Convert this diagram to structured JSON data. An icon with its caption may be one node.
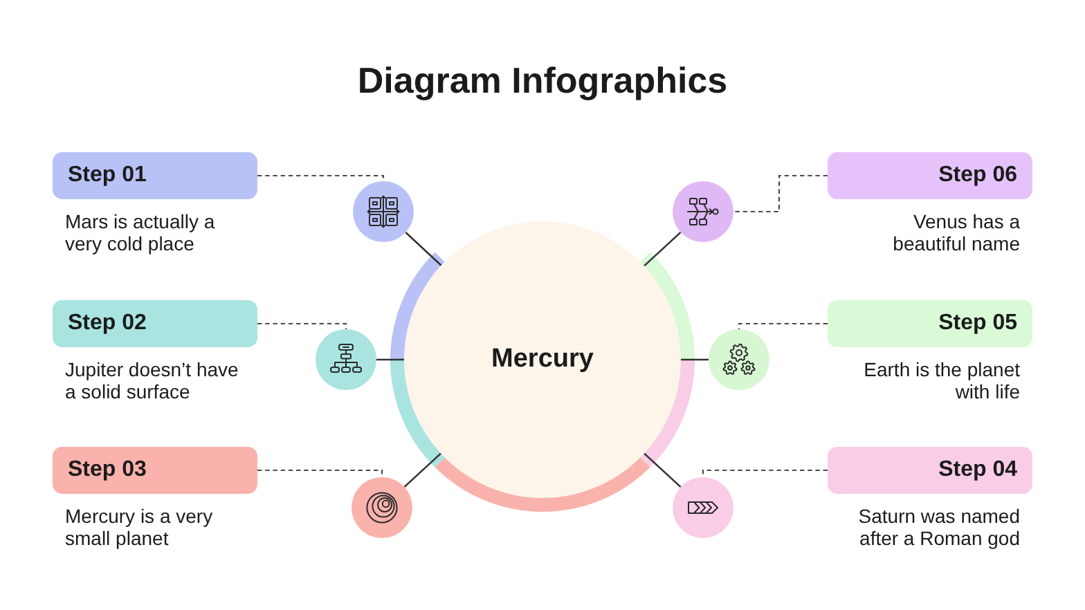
{
  "diagram": {
    "title": "Diagram Infographics",
    "nodes": [
      {
        "text": [
          "Step 01"
        ],
        "beside": [
          "Mars is actually a very cold place"
        ]
      },
      {
        "text": [],
        "shape": "circle"
      },
      {
        "text": [],
        "shape": "circle"
      },
      {
        "text": [
          "Step 06"
        ],
        "beside": [
          "Venus has a beautiful name"
        ]
      },
      {
        "text": [
          "Step 02"
        ],
        "beside": [
          "Jupiter doesn’t have a solid surface"
        ]
      },
      {
        "text": [],
        "shape": "circle"
      },
      {
        "text": [
          "Mercury"
        ]
      },
      {
        "text": [],
        "shape": "circle"
      },
      {
        "text": [
          "Step 05"
        ],
        "beside": [
          "Earth is the planet with life"
        ]
      },
      {
        "text": [
          "Step 03"
        ],
        "beside": [
          "Mercury is a very small planet"
        ]
      },
      {
        "text": [],
        "shape": "circle"
      },
      {
        "text": [],
        "shape": "circle"
      },
      {
        "text": [
          "Step 04"
        ],
        "beside": [
          "Saturn was named after a Roman god"
        ]
      }
    ],
    "edges": [
      {
        "from": 0,
        "to": 1,
        "arrow": "none",
        "style": "dashed"
      },
      {
        "from": 1,
        "to": 6,
        "arrow": "none"
      },
      {
        "from": 3,
        "to": 2,
        "arrow": "none",
        "style": "dashed"
      },
      {
        "from": 2,
        "to": 6,
        "arrow": "none"
      },
      {
        "from": 4,
        "to": 5,
        "arrow": "none",
        "style": "dashed"
      },
      {
        "from": 5,
        "to": 6,
        "arrow": "none"
      },
      {
        "from": 8,
        "to": 7,
        "arrow": "none",
        "style": "dashed"
      },
      {
        "from": 7,
        "to": 6,
        "arrow": "none"
      },
      {
        "from": 9,
        "to": 10,
        "arrow": "none",
        "style": "dashed"
      },
      {
        "from": 10,
        "to": 6,
        "arrow": "none"
      },
      {
        "from": 12,
        "to": 11,
        "arrow": "none",
        "style": "dashed"
      },
      {
        "from": 11,
        "to": 6,
        "arrow": "none"
      }
    ]
  }
}
